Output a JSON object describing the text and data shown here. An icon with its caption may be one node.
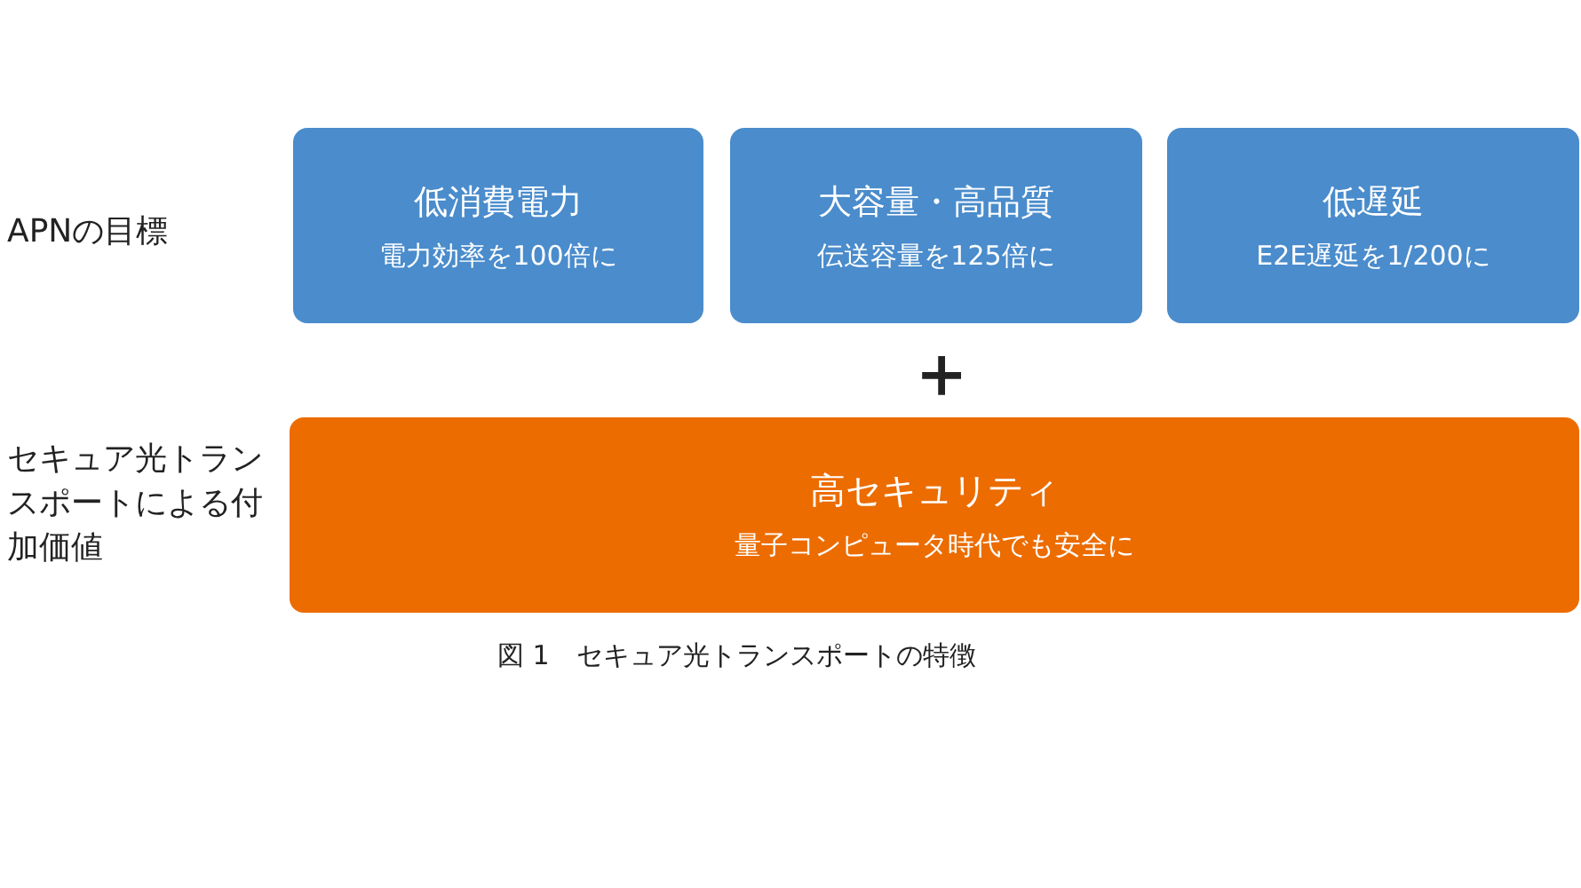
{
  "diagram": {
    "caption": "図 1　セキュア光トランスポートの特徴",
    "nodes": [
      {
        "text": [
          "低消費電力",
          "電力効率を100倍に"
        ]
      },
      {
        "text": [
          "大容量・高品質",
          "伝送容量を125倍に"
        ]
      },
      {
        "text": [
          "低遅延",
          "E2E遅延を1/200に"
        ]
      },
      {
        "text": [
          "高セキュリティ",
          "量子コンピュータ時代でも安全に"
        ]
      }
    ],
    "labels": [
      "APNの目標",
      "＋",
      "セキュア光トランスポートによる付加価値"
    ]
  }
}
